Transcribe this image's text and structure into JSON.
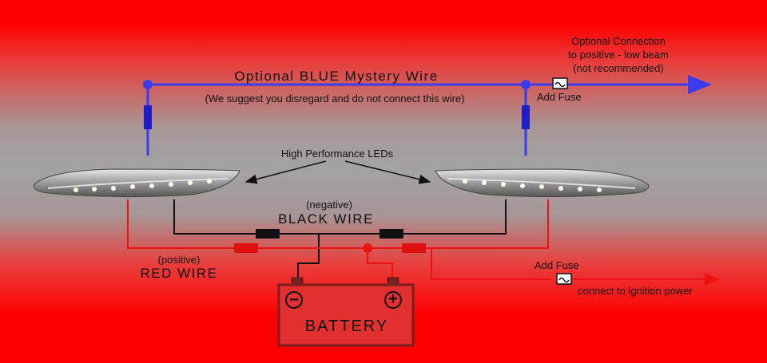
{
  "labels": {
    "blue_wire": "Optional BLUE Mystery Wire",
    "blue_note": "(We suggest you disregard and do not connect this wire)",
    "optional_connection": [
      "Optional Connection",
      "to positive - low beam",
      "(not recommended)"
    ],
    "add_fuse_top": "Add Fuse",
    "leds": "High Performance LEDs",
    "negative": "(negative)",
    "black_wire": "BLACK WIRE",
    "positive": "(positive)",
    "red_wire": "RED WIRE",
    "add_fuse_bottom": "Add Fuse",
    "ignition": "connect to ignition power",
    "battery": "BATTERY",
    "battery_minus": "−",
    "battery_plus": "+"
  },
  "colors": {
    "blue_wire": "#3b3bf0",
    "red_wire": "#ee1111",
    "black_wire": "#111111",
    "battery": "#7a1f1f",
    "connector_red": "#e01010",
    "connector_black": "#111111"
  }
}
